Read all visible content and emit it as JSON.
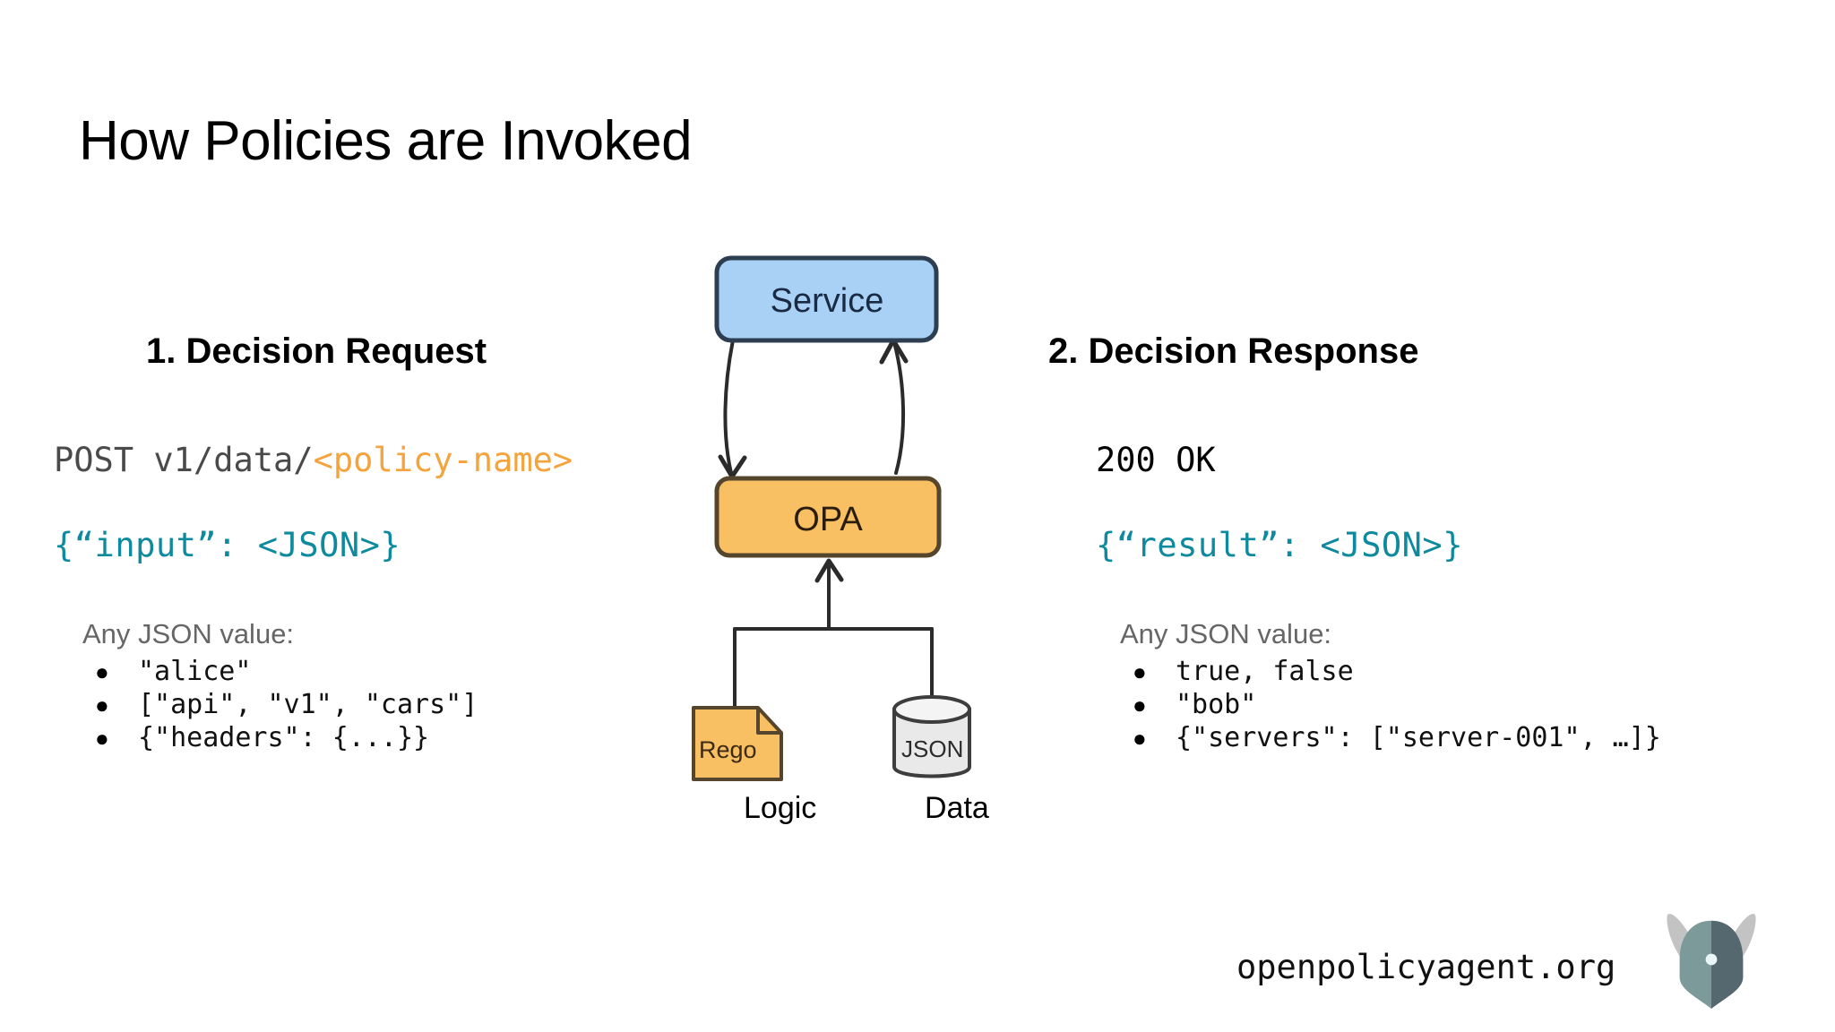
{
  "slide": {
    "title": "How Policies are Invoked",
    "background_color": "#ffffff"
  },
  "request_column": {
    "heading": "1.  Decision Request",
    "http_method_path": "POST v1/data/",
    "policy_placeholder": "<policy-name>",
    "json_body": "{“input”: <JSON>}",
    "any_json_label": "Any JSON value:",
    "bullet_glyph": "●",
    "examples": [
      "\"alice\"",
      "[\"api\", \"v1\", \"cars\"]",
      "{\"headers\": {...}}"
    ]
  },
  "response_column": {
    "heading": "2.  Decision Response",
    "status_line": "200 OK",
    "json_body": "{“result”: <JSON>}",
    "any_json_label": "Any JSON value:",
    "bullet_glyph": "●",
    "examples": [
      "true, false",
      "\"bob\"",
      "{\"servers\": [\"server-001\", …]}"
    ]
  },
  "diagram": {
    "service_node": {
      "label": "Service",
      "fill": "#a9d0f5",
      "stroke": "#2c3e50",
      "text_color": "#1a2a42"
    },
    "opa_node": {
      "label": "OPA",
      "fill": "#f8bf63",
      "stroke": "#54452c",
      "text_color": "#2b1d0e"
    },
    "logic_node": {
      "label": "Rego",
      "caption": "Logic",
      "fill": "#f8bf63",
      "stroke": "#54452c",
      "text_color": "#3b2a14"
    },
    "data_node": {
      "label": "JSON",
      "caption": "Data",
      "fill": "#e9e9e9",
      "stroke": "#3d3d3d",
      "text_color": "#2b2b2b"
    },
    "connector_color": "#2b2b2b"
  },
  "footer": {
    "url": "openpolicyagent.org",
    "logo_name": "opa-viking-helmet-logo",
    "logo_colors": {
      "horn": "#c3c3c3",
      "helmet_left": "#7d9a9b",
      "helmet_right": "#56686f",
      "dot": "#eaf6f8"
    }
  },
  "palette": {
    "orange_accent": "#f5a33c",
    "teal_accent": "#0d8a9e",
    "gray_text": "#666666",
    "dark_code": "#4a4a4a"
  }
}
